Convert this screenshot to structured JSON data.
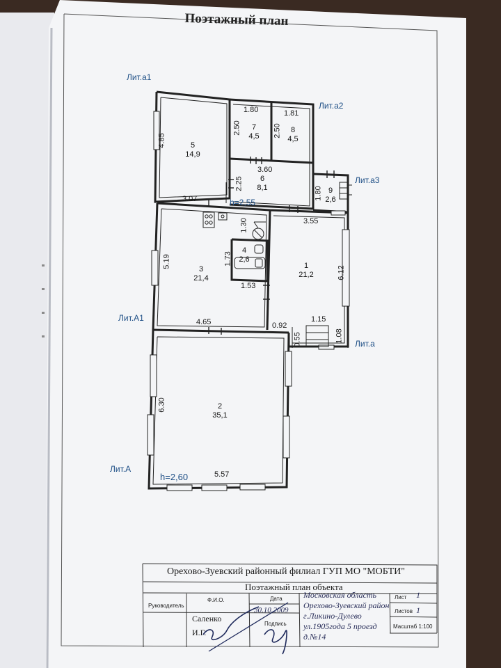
{
  "title": "Поэтажный план",
  "literals": {
    "lit_a1": "Лит.а1",
    "lit_a2": "Лит.а2",
    "lit_a3": "Лит.а3",
    "lit_A1": "Лит.А1",
    "lit_a": "Лит.а",
    "lit_A": "Лит.А"
  },
  "rooms": [
    {
      "num": "1",
      "area": "21,2"
    },
    {
      "num": "2",
      "area": "35,1"
    },
    {
      "num": "3",
      "area": "21,4"
    },
    {
      "num": "4",
      "area": "2,6"
    },
    {
      "num": "5",
      "area": "14,9"
    },
    {
      "num": "6",
      "area": "8,1"
    },
    {
      "num": "7",
      "area": "4,5"
    },
    {
      "num": "8",
      "area": "4,5"
    },
    {
      "num": "9",
      "area": "2,6"
    }
  ],
  "dimensions": {
    "d485": "4.85",
    "d307": "3.07",
    "d180": "1.80",
    "d181": "1.81",
    "d250a": "2.50",
    "d250b": "2.50",
    "d360": "3.60",
    "d225": "2.25",
    "h255": "h=2,55",
    "d180b": "1.80",
    "d355": "3.55",
    "d519": "5.19",
    "d130": "1.30",
    "d173": "1.73",
    "d153": "1.53",
    "d612": "6.12",
    "d465": "4.65",
    "d092": "0.92",
    "d115": "1.15",
    "d055": "0.55",
    "d108": "1.08",
    "d630": "6.30",
    "d557": "5.57",
    "h260": "h=2,60"
  },
  "title_block": {
    "org": "Орехово-Зуевский районный филиал ГУП МО \"МОБТИ\"",
    "subtitle": "Поэтажный план объекта",
    "head_role": "Руководитель",
    "fio_label": "Ф.И.О.",
    "name1": "Саленко",
    "name2": "И.Г.",
    "date_label": "Дата",
    "date_value": "30.10.2009",
    "sign_label": "Подпись",
    "addr1": "Московская область",
    "addr2": "Орехово-Зуевский район",
    "addr3": "г.Ликино-Дулево",
    "addr4": "ул.1905года 5 проезд",
    "addr5": "д.№14",
    "sheet_label": "Лист",
    "sheet_value": "1",
    "sheets_label": "Листов",
    "sheets_value": "1",
    "scale": "Масштаб 1:100"
  },
  "colors": {
    "walls": "#222222",
    "window_fill": "#f4f5f7",
    "literal_blue": "#1e4f86",
    "paper": "#f4f5f7",
    "background": "#3a2a22"
  }
}
